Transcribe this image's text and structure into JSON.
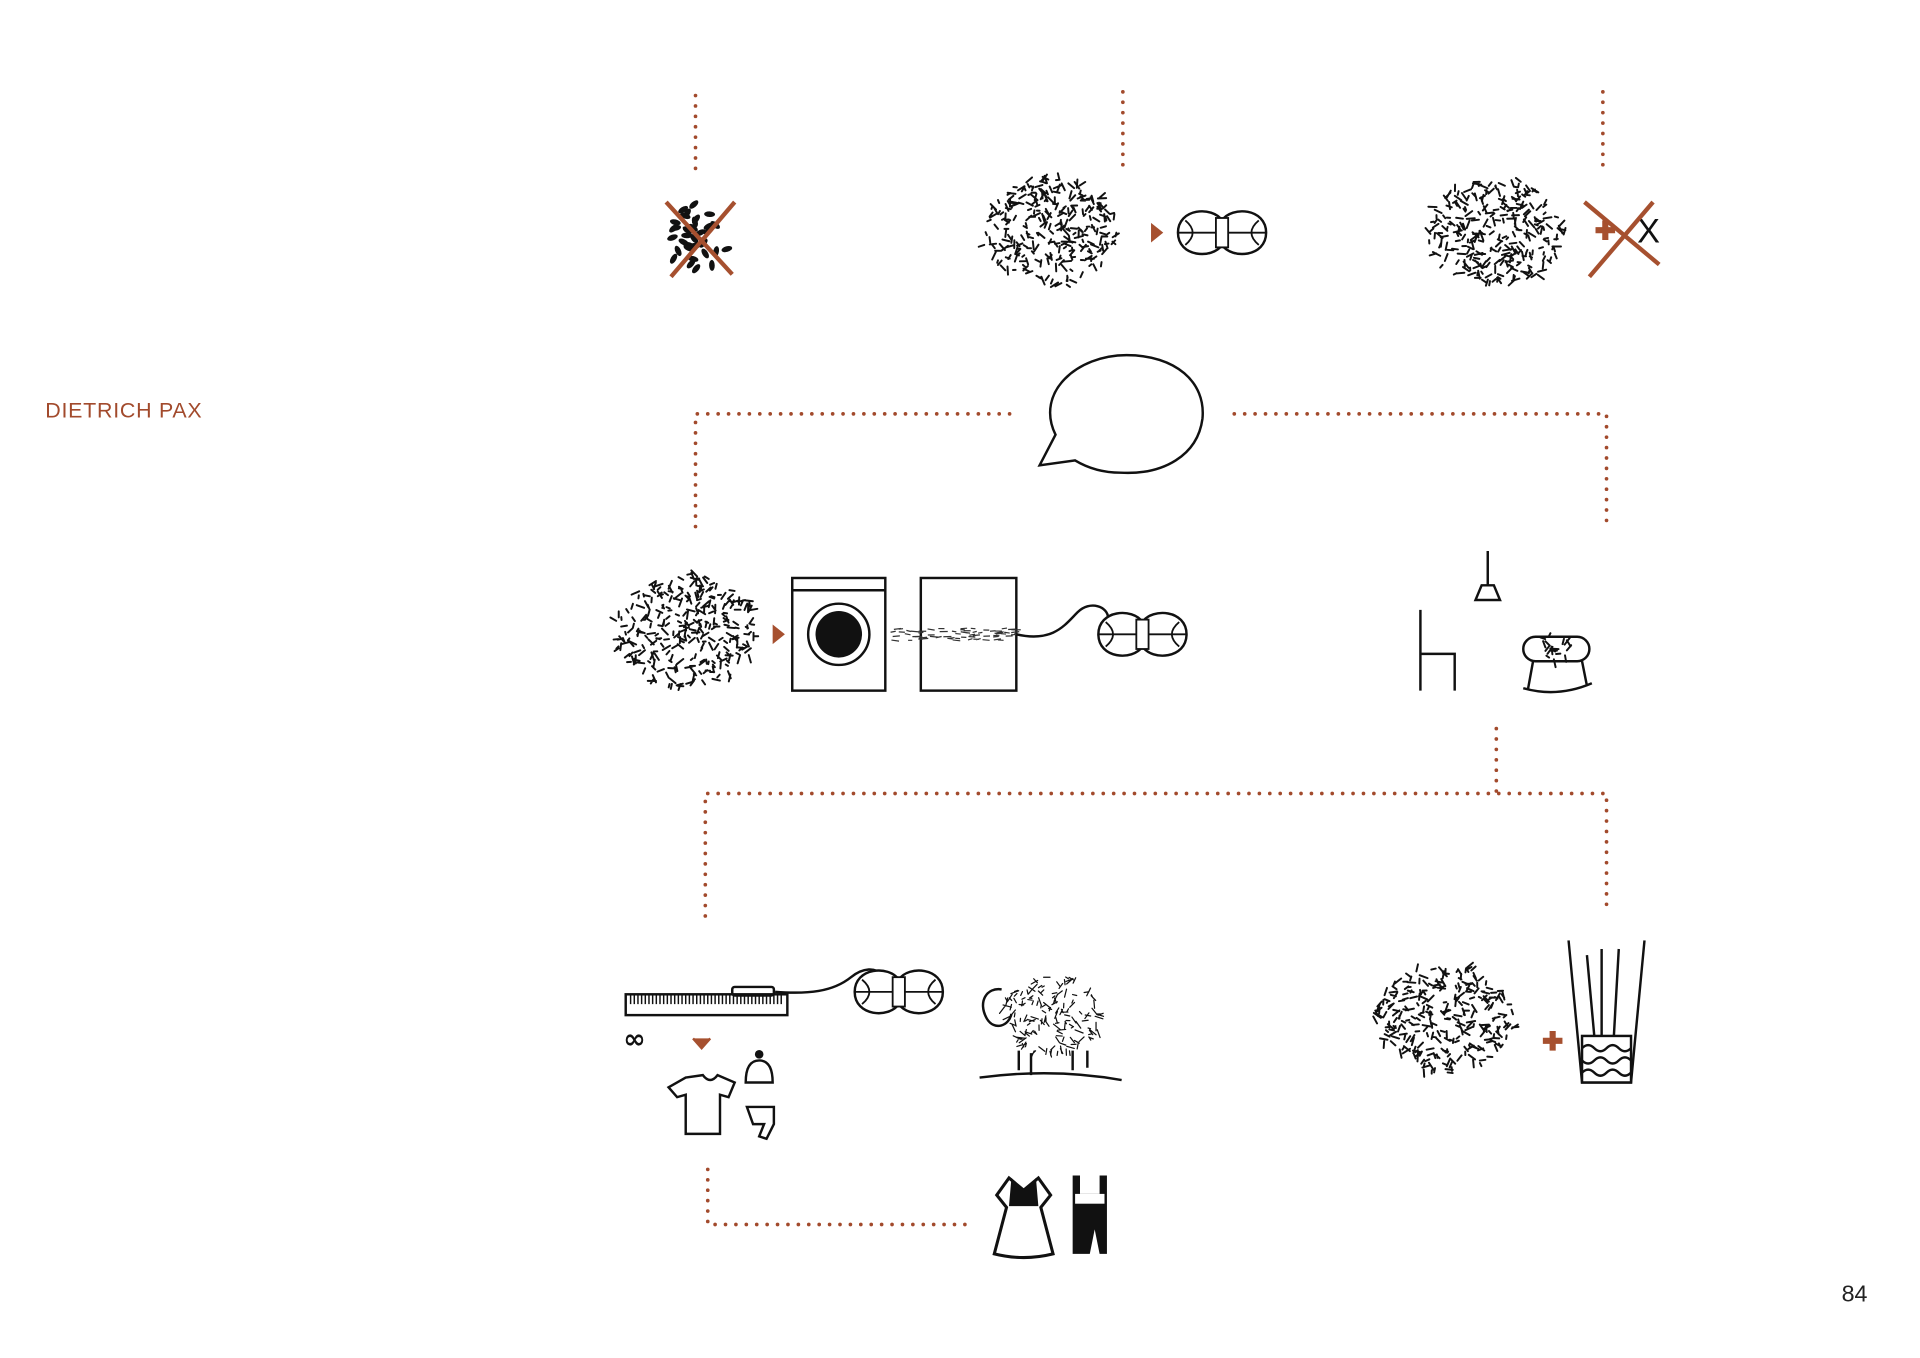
{
  "header": {
    "author": "DIETRICH PAX"
  },
  "footer": {
    "page_number": "84"
  },
  "colors": {
    "accent": "#a24a2c",
    "ink": "#111111"
  },
  "diagram": {
    "icons": [
      "wool-crossed-icon",
      "wool-to-yarn-icon",
      "wool-plus-x-crossed-icon",
      "speech-bubble-icon",
      "washing-process-icon",
      "chair-lamp-cradle-icon",
      "knitting-machine-icon",
      "sheep-icon",
      "wool-plus-basket-icon",
      "traditional-costume-icon"
    ],
    "cross_label": "X"
  }
}
